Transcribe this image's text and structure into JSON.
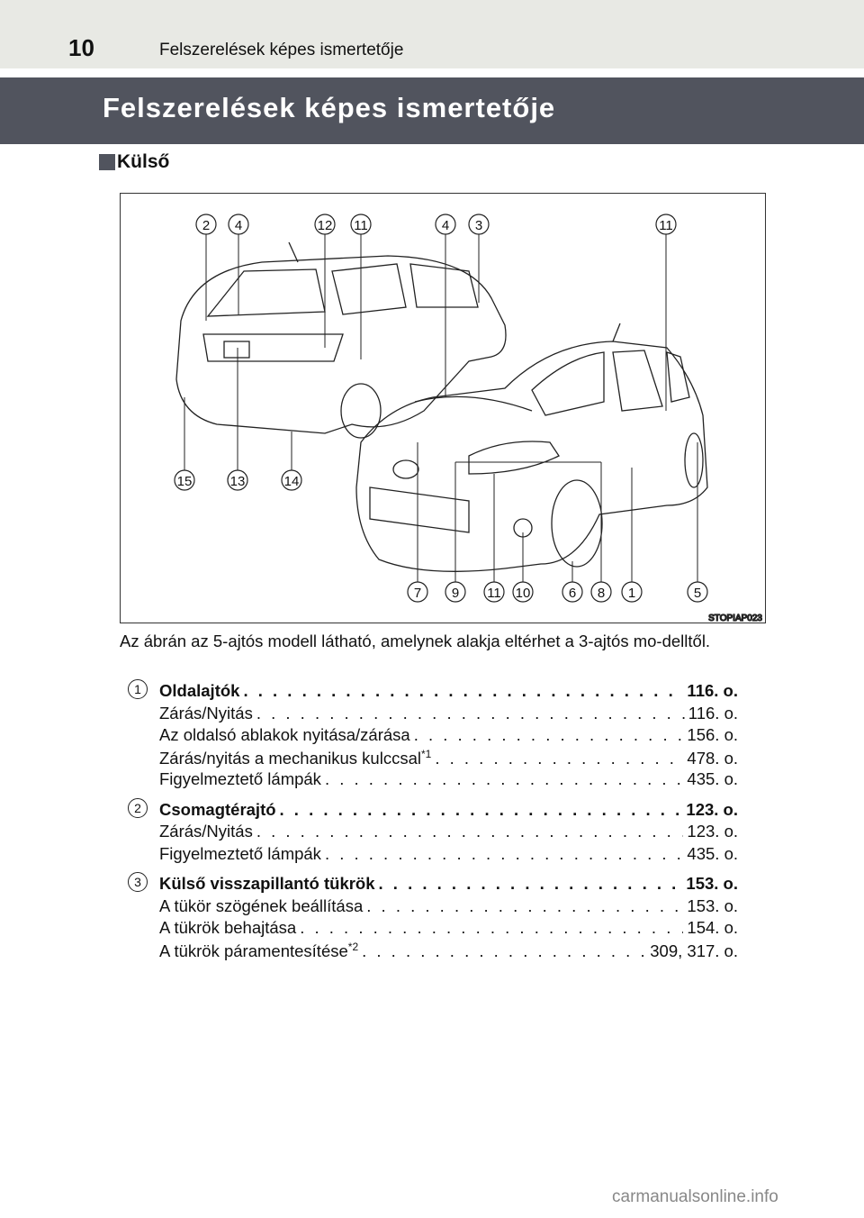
{
  "header": {
    "page_number": "10",
    "running_title": "Felszerelések képes ismertetője"
  },
  "title": "Felszerelések képes ismertetője",
  "section": "Külső",
  "figure": {
    "code": "STOPIAP023",
    "callouts_top": [
      "2",
      "4",
      "12",
      "11",
      "4",
      "3",
      "11"
    ],
    "callouts_left": [
      "15",
      "13",
      "14"
    ],
    "callouts_bottom": [
      "7",
      "9",
      "11",
      "10",
      "6",
      "8",
      "1",
      "5"
    ]
  },
  "note": "Az ábrán az 5-ajtós modell látható, amelynek alakja eltérhet a 3-ajtós mo-delltől.",
  "groups": [
    {
      "num": "1",
      "title": "Oldalajtók",
      "page": "116. o.",
      "items": [
        {
          "label": "Zárás/Nyitás",
          "sup": "",
          "page": "116. o."
        },
        {
          "label": "Az oldalsó ablakok nyitása/zárása",
          "sup": "",
          "page": "156. o."
        },
        {
          "label": "Zárás/nyitás a mechanikus kulccsal",
          "sup": "*1",
          "page": "478. o."
        },
        {
          "label": "Figyelmeztető lámpák",
          "sup": "",
          "page": "435. o."
        }
      ]
    },
    {
      "num": "2",
      "title": "Csomagtérajtó",
      "page": "123. o.",
      "items": [
        {
          "label": "Zárás/Nyitás",
          "sup": "",
          "page": "123. o."
        },
        {
          "label": "Figyelmeztető lámpák",
          "sup": "",
          "page": "435. o."
        }
      ]
    },
    {
      "num": "3",
      "title": "Külső visszapillantó tükrök",
      "page": "153. o.",
      "items": [
        {
          "label": "A tükör szögének beállítása",
          "sup": "",
          "page": "153. o."
        },
        {
          "label": "A tükrök behajtása",
          "sup": "",
          "page": "154. o."
        },
        {
          "label": "A tükrök páramentesítése",
          "sup": "*2",
          "page": "309, 317. o."
        }
      ]
    }
  ],
  "watermark": "carmanualsonline.info"
}
